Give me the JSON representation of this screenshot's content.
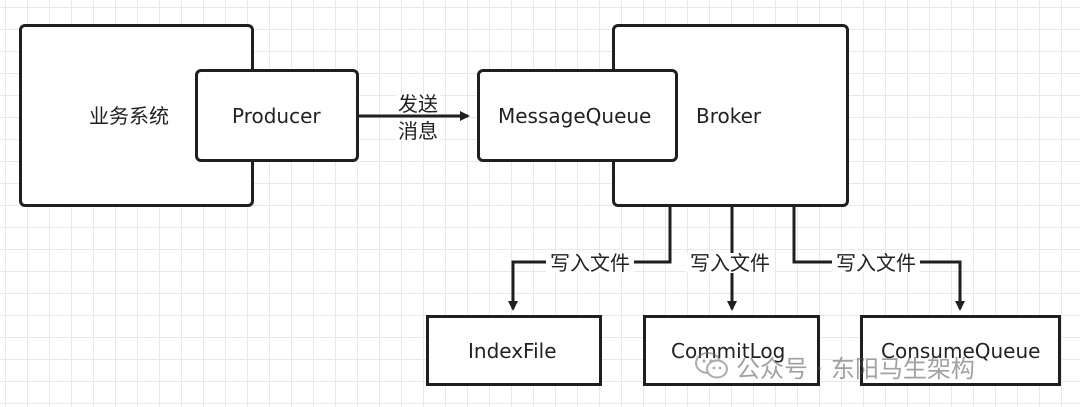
{
  "nodes": {
    "business_system": "业务系统",
    "producer": "Producer",
    "message_queue": "MessageQueue",
    "broker": "Broker",
    "index_file": "IndexFile",
    "commit_log": "CommitLog",
    "consume_queue": "ConsumeQueue"
  },
  "edges": {
    "send_line1": "发送",
    "send_line2": "消息",
    "write_index": "写入文件",
    "write_commit": "写入文件",
    "write_consume": "写入文件"
  },
  "watermark": {
    "text": "公众号 · 东阳马生架构",
    "icon": "wechat-icon"
  }
}
